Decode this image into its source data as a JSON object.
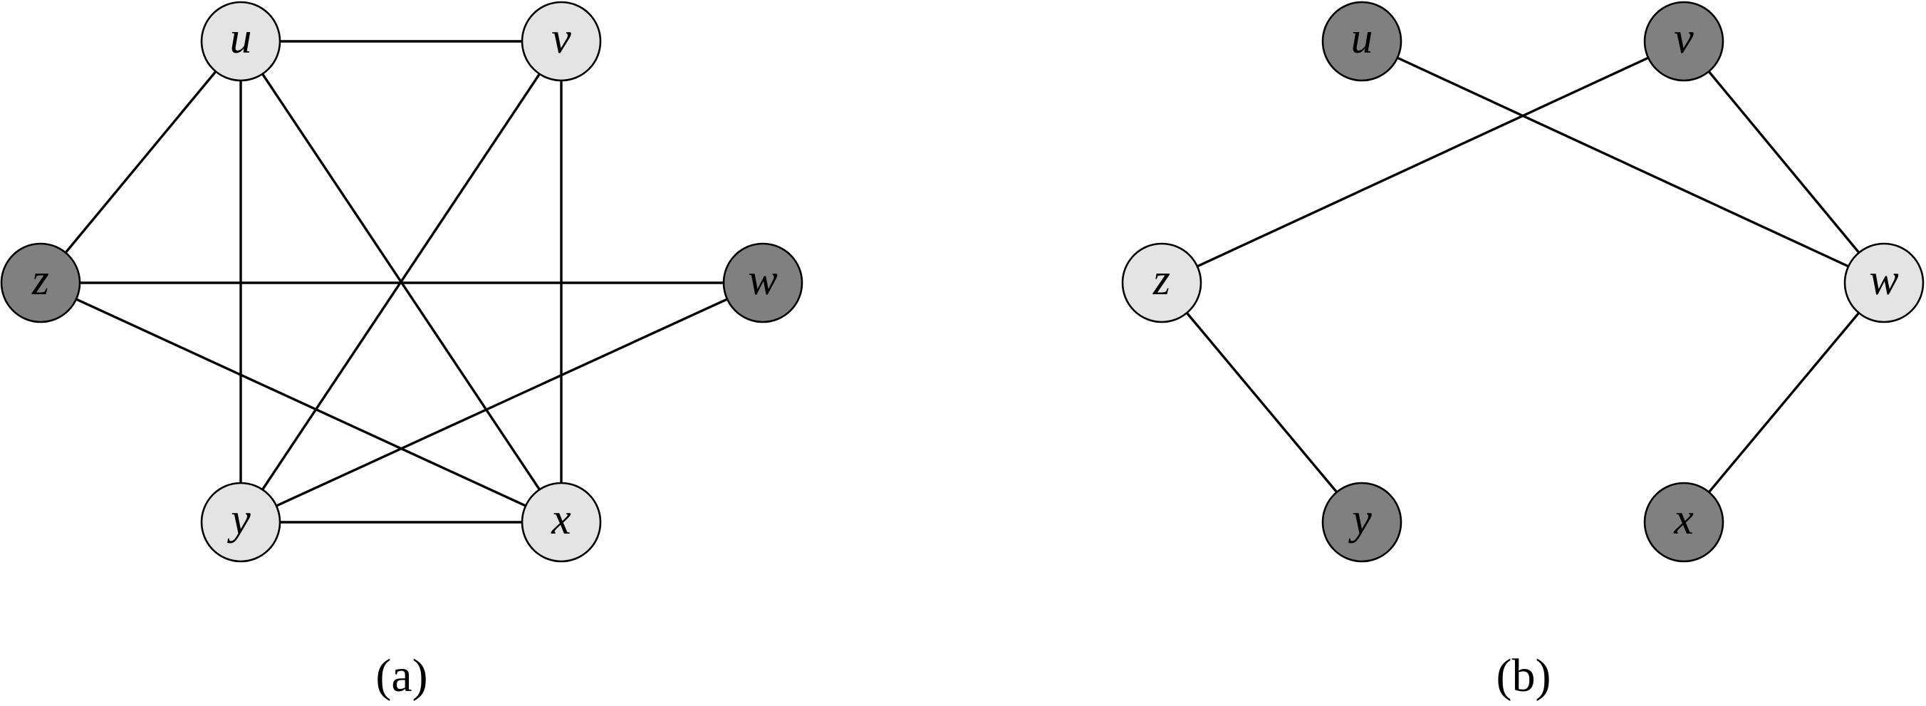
{
  "colors": {
    "light_node": "#e4e4e4",
    "dark_node": "#808080",
    "stroke": "#000000",
    "background": "#ffffff"
  },
  "panels": [
    {
      "caption": "(a)",
      "nodes": [
        {
          "id": "u",
          "label": "u",
          "shade": "light"
        },
        {
          "id": "v",
          "label": "v",
          "shade": "light"
        },
        {
          "id": "z",
          "label": "z",
          "shade": "dark"
        },
        {
          "id": "w",
          "label": "w",
          "shade": "dark"
        },
        {
          "id": "y",
          "label": "y",
          "shade": "light"
        },
        {
          "id": "x",
          "label": "x",
          "shade": "light"
        }
      ],
      "edges": [
        [
          "u",
          "v"
        ],
        [
          "u",
          "z"
        ],
        [
          "u",
          "y"
        ],
        [
          "u",
          "x"
        ],
        [
          "v",
          "y"
        ],
        [
          "v",
          "x"
        ],
        [
          "z",
          "w"
        ],
        [
          "z",
          "x"
        ],
        [
          "w",
          "y"
        ],
        [
          "y",
          "x"
        ]
      ]
    },
    {
      "caption": "(b)",
      "nodes": [
        {
          "id": "u",
          "label": "u",
          "shade": "dark"
        },
        {
          "id": "v",
          "label": "v",
          "shade": "dark"
        },
        {
          "id": "z",
          "label": "z",
          "shade": "light"
        },
        {
          "id": "w",
          "label": "w",
          "shade": "light"
        },
        {
          "id": "y",
          "label": "y",
          "shade": "dark"
        },
        {
          "id": "x",
          "label": "x",
          "shade": "dark"
        }
      ],
      "edges": [
        [
          "u",
          "w"
        ],
        [
          "v",
          "z"
        ],
        [
          "v",
          "w"
        ],
        [
          "z",
          "y"
        ],
        [
          "w",
          "x"
        ]
      ]
    }
  ]
}
